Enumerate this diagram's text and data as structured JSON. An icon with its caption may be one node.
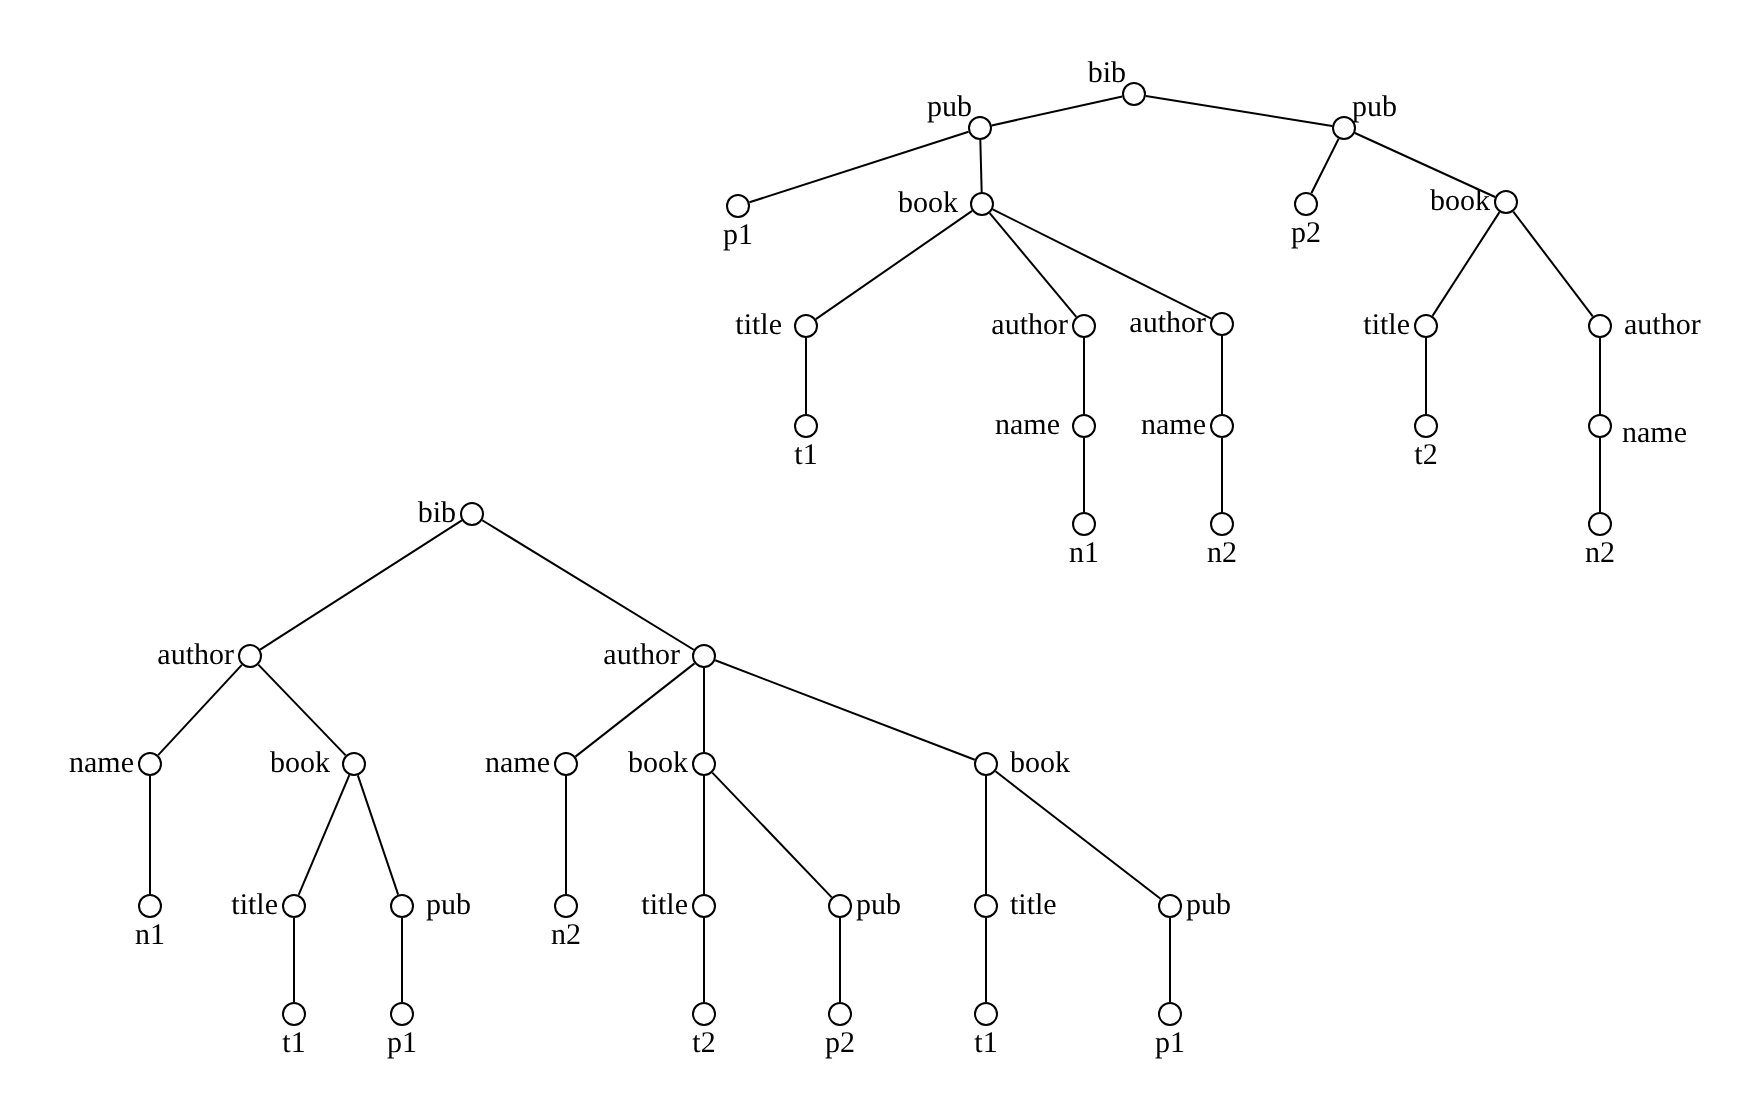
{
  "diagram": {
    "nodes": [
      {
        "text": [
          "bib"
        ]
      },
      {
        "text": [
          "pub"
        ]
      },
      {
        "text": [
          "pub"
        ]
      },
      {
        "text": [
          "p1"
        ]
      },
      {
        "text": [
          "book"
        ]
      },
      {
        "text": [
          "p2"
        ]
      },
      {
        "text": [
          "book"
        ]
      },
      {
        "text": [
          "title"
        ]
      },
      {
        "text": [
          "author"
        ]
      },
      {
        "text": [
          "author"
        ]
      },
      {
        "text": [
          "t1"
        ]
      },
      {
        "text": [
          "name"
        ]
      },
      {
        "text": [
          "name"
        ]
      },
      {
        "text": [
          "n1"
        ]
      },
      {
        "text": [
          "n2"
        ]
      },
      {
        "text": [
          "title"
        ]
      },
      {
        "text": [
          "author"
        ]
      },
      {
        "text": [
          "t2"
        ]
      },
      {
        "text": [
          "name"
        ]
      },
      {
        "text": [
          "n2"
        ]
      },
      {
        "text": [
          "bib"
        ]
      },
      {
        "text": [
          "author"
        ]
      },
      {
        "text": [
          "author"
        ]
      },
      {
        "text": [
          "name"
        ]
      },
      {
        "text": [
          "book"
        ]
      },
      {
        "text": [
          "name"
        ]
      },
      {
        "text": [
          "book"
        ]
      },
      {
        "text": [
          "book"
        ]
      },
      {
        "text": [
          "n1"
        ]
      },
      {
        "text": [
          "title"
        ]
      },
      {
        "text": [
          "pub"
        ]
      },
      {
        "text": [
          "n2"
        ]
      },
      {
        "text": [
          "title"
        ]
      },
      {
        "text": [
          "pub"
        ]
      },
      {
        "text": [
          "title"
        ]
      },
      {
        "text": [
          "pub"
        ]
      },
      {
        "text": [
          "t1"
        ]
      },
      {
        "text": [
          "p1"
        ]
      },
      {
        "text": [
          "t2"
        ]
      },
      {
        "text": [
          "p2"
        ]
      },
      {
        "text": [
          "t1"
        ]
      },
      {
        "text": [
          "p1"
        ]
      }
    ],
    "edges": [
      {
        "from": 0,
        "to": 1,
        "arrow": "none"
      },
      {
        "from": 0,
        "to": 2,
        "arrow": "none"
      },
      {
        "from": 1,
        "to": 3,
        "arrow": "none"
      },
      {
        "from": 1,
        "to": 4,
        "arrow": "none"
      },
      {
        "from": 2,
        "to": 5,
        "arrow": "none"
      },
      {
        "from": 2,
        "to": 6,
        "arrow": "none"
      },
      {
        "from": 4,
        "to": 7,
        "arrow": "none"
      },
      {
        "from": 4,
        "to": 8,
        "arrow": "none"
      },
      {
        "from": 4,
        "to": 9,
        "arrow": "none"
      },
      {
        "from": 7,
        "to": 10,
        "arrow": "none"
      },
      {
        "from": 8,
        "to": 11,
        "arrow": "none"
      },
      {
        "from": 9,
        "to": 12,
        "arrow": "none"
      },
      {
        "from": 11,
        "to": 13,
        "arrow": "none"
      },
      {
        "from": 12,
        "to": 14,
        "arrow": "none"
      },
      {
        "from": 6,
        "to": 15,
        "arrow": "none"
      },
      {
        "from": 6,
        "to": 16,
        "arrow": "none"
      },
      {
        "from": 15,
        "to": 17,
        "arrow": "none"
      },
      {
        "from": 16,
        "to": 18,
        "arrow": "none"
      },
      {
        "from": 18,
        "to": 19,
        "arrow": "none"
      },
      {
        "from": 20,
        "to": 21,
        "arrow": "none"
      },
      {
        "from": 20,
        "to": 22,
        "arrow": "none"
      },
      {
        "from": 21,
        "to": 23,
        "arrow": "none"
      },
      {
        "from": 21,
        "to": 24,
        "arrow": "none"
      },
      {
        "from": 22,
        "to": 25,
        "arrow": "none"
      },
      {
        "from": 22,
        "to": 26,
        "arrow": "none"
      },
      {
        "from": 22,
        "to": 27,
        "arrow": "none"
      },
      {
        "from": 23,
        "to": 28,
        "arrow": "none"
      },
      {
        "from": 24,
        "to": 29,
        "arrow": "none"
      },
      {
        "from": 24,
        "to": 30,
        "arrow": "none"
      },
      {
        "from": 25,
        "to": 31,
        "arrow": "none"
      },
      {
        "from": 26,
        "to": 32,
        "arrow": "none"
      },
      {
        "from": 26,
        "to": 33,
        "arrow": "none"
      },
      {
        "from": 27,
        "to": 34,
        "arrow": "none"
      },
      {
        "from": 27,
        "to": 35,
        "arrow": "none"
      },
      {
        "from": 29,
        "to": 36,
        "arrow": "none"
      },
      {
        "from": 30,
        "to": 37,
        "arrow": "none"
      },
      {
        "from": 32,
        "to": 38,
        "arrow": "none"
      },
      {
        "from": 33,
        "to": 39,
        "arrow": "none"
      },
      {
        "from": 34,
        "to": 40,
        "arrow": "none"
      },
      {
        "from": 35,
        "to": 41,
        "arrow": "none"
      }
    ]
  }
}
